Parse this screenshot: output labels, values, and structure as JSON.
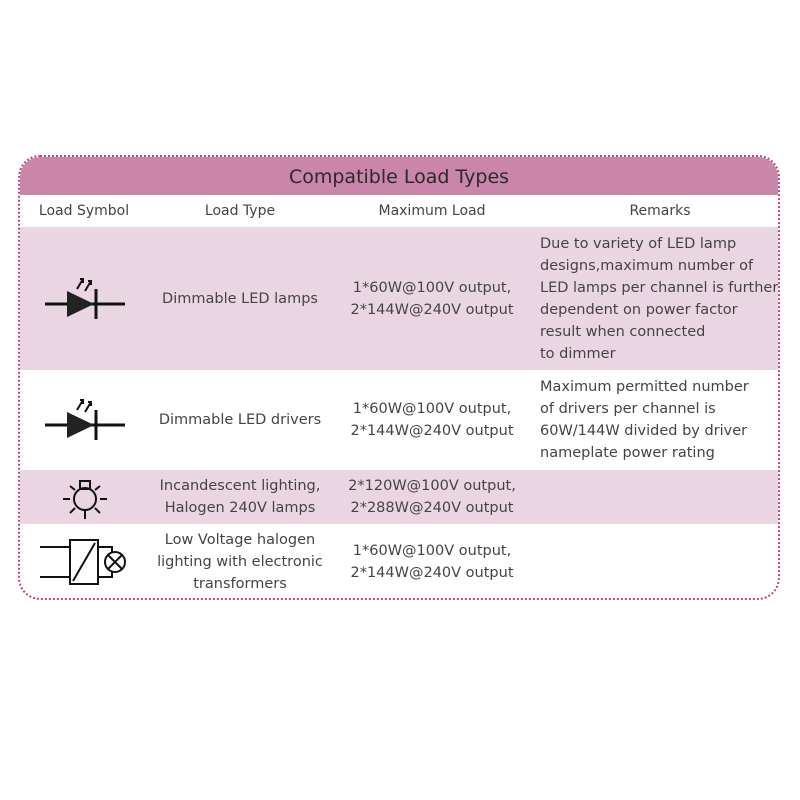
{
  "title": "Compatible Load Types",
  "headers": [
    "Load Symbol",
    "Load Type",
    "Maximum Load",
    "Remarks"
  ],
  "rows": [
    {
      "symbol": "led-icon",
      "type": "Dimmable LED lamps",
      "max_load": [
        "1*60W@100V output,",
        "2*144W@240V output"
      ],
      "remarks": [
        "Due to variety of LED lamp",
        "designs,maximum number of",
        "LED lamps per channel is further",
        "dependent on power factor",
        "result when connected",
        "to dimmer"
      ]
    },
    {
      "symbol": "led-icon",
      "type": "Dimmable LED drivers",
      "max_load": [
        "1*60W@100V output,",
        "2*144W@240V output"
      ],
      "remarks": [
        "Maximum permitted number",
        "of drivers per channel is",
        "60W/144W divided by driver",
        "nameplate power rating"
      ]
    },
    {
      "symbol": "incandescent-lamp-icon",
      "type": [
        "Incandescent lighting,",
        "Halogen 240V lamps"
      ],
      "max_load": [
        "2*120W@100V output,",
        "2*288W@240V output"
      ],
      "remarks": []
    },
    {
      "symbol": "electronic-transformer-icon",
      "type": [
        "Low Voltage halogen",
        "lighting with electronic",
        "transformers"
      ],
      "max_load": [
        "1*60W@100V output,",
        "2*144W@240V output"
      ],
      "remarks": []
    }
  ],
  "colors": {
    "header": "#c986a8",
    "row": "#ead5e2",
    "border": "#c0428a"
  }
}
